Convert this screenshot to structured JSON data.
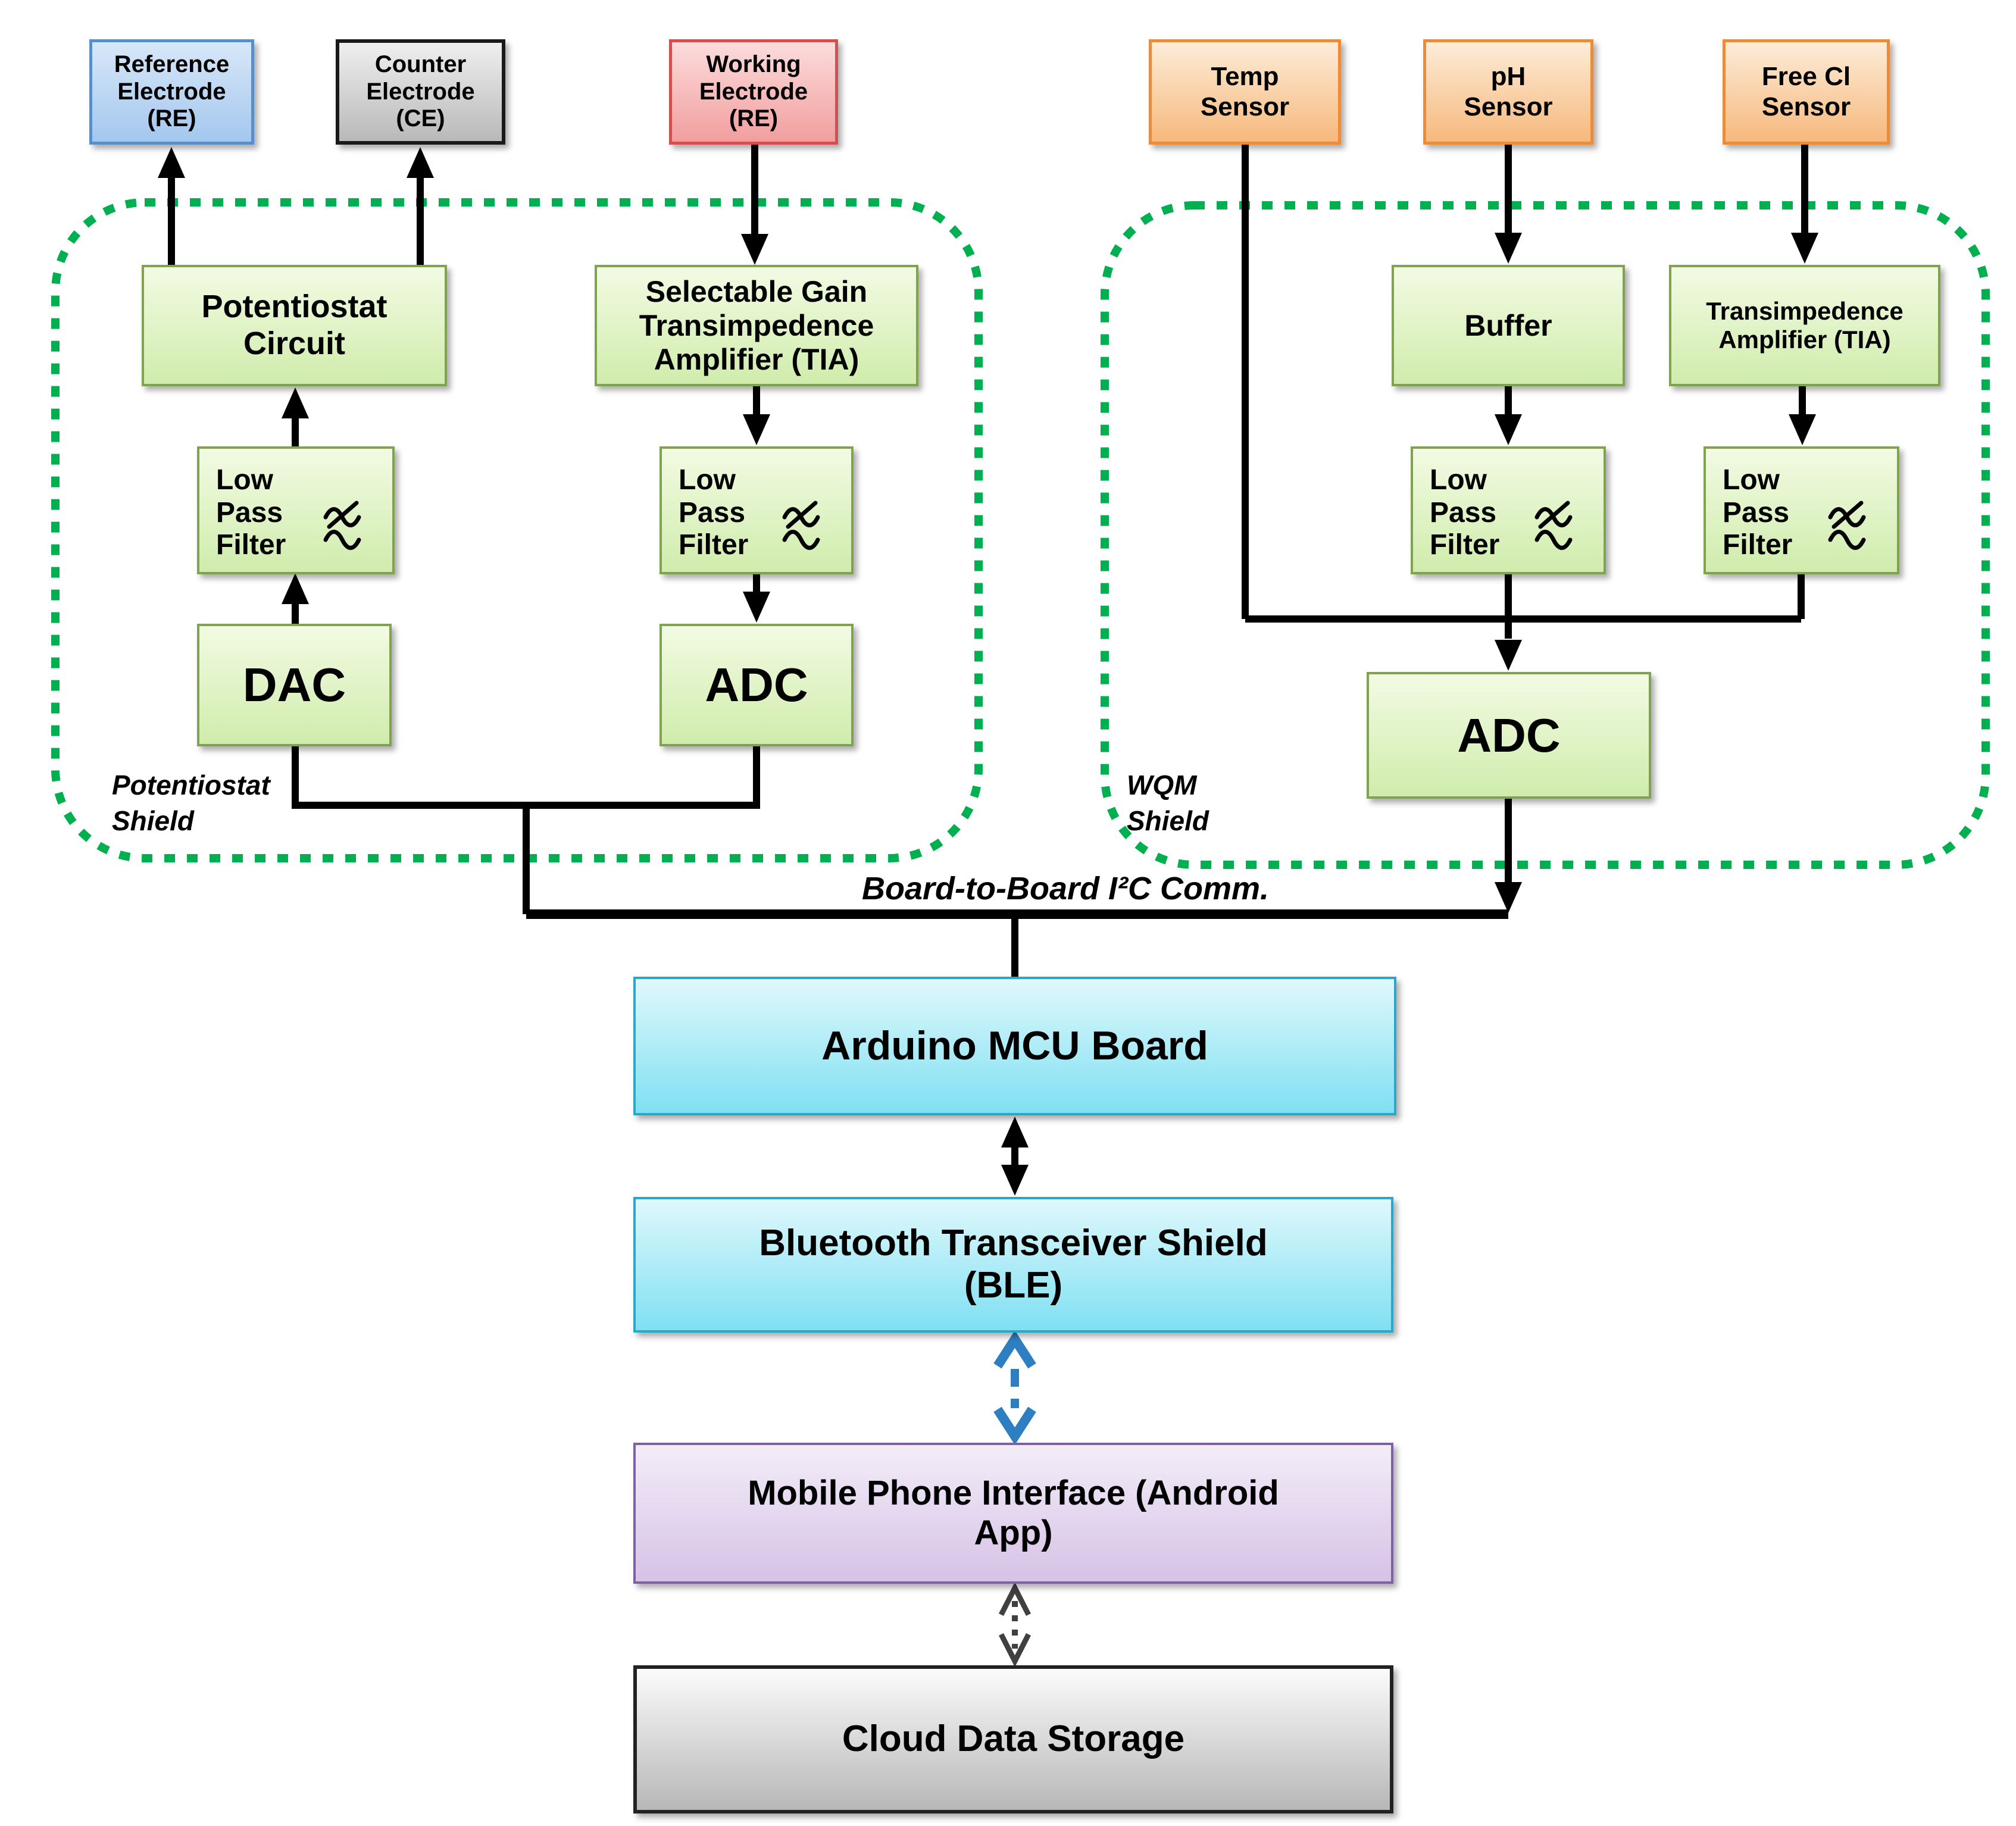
{
  "nodes": {
    "reference_electrode": "Reference Electrode (RE)",
    "counter_electrode": "Counter Electrode (CE)",
    "working_electrode": "Working Electrode (RE)",
    "temp_sensor": "Temp Sensor",
    "ph_sensor": "pH Sensor",
    "free_cl_sensor": "Free Cl Sensor",
    "potentiostat_circuit": "Potentiostat Circuit",
    "selectable_gain_tia": "Selectable Gain Transimpedence Amplifier (TIA)",
    "low_pass_filter_dac": "Low Pass Filter",
    "low_pass_filter_adc": "Low Pass Filter",
    "dac": "DAC",
    "adc_potentiostat": "ADC",
    "buffer": "Buffer",
    "tia": "Transimpedence Amplifier (TIA)",
    "low_pass_filter_ph": "Low Pass Filter",
    "low_pass_filter_cl": "Low Pass Filter",
    "adc_wqm": "ADC",
    "arduino": "Arduino MCU Board",
    "ble": "Bluetooth Transceiver Shield (BLE)",
    "mobile": "Mobile Phone Interface (Android App)",
    "cloud": "Cloud Data Storage"
  },
  "labels": {
    "potentiostat_shield": "Potentiostat Shield",
    "wqm_shield": "WQM Shield",
    "bus": "Board-to-Board I²C Comm."
  },
  "icons": {
    "low_pass_filter": "sine-wave-with-slash-icon"
  },
  "colors": {
    "shield_dash_green": "#00b050",
    "connector_black": "#000000",
    "ble_link_blue": "#2e7fc1",
    "cloud_link_gray": "#404040",
    "electrode_blue_border": "#5b8ec4",
    "electrode_gray_border": "#1a1a1a",
    "electrode_red_border": "#d35050",
    "sensor_orange_border": "#e98c3d",
    "block_green_border": "#7fa351",
    "board_cyan_border": "#29a8c7",
    "mobile_purple_border": "#7e61a2",
    "cloud_gray_border": "#222222"
  }
}
